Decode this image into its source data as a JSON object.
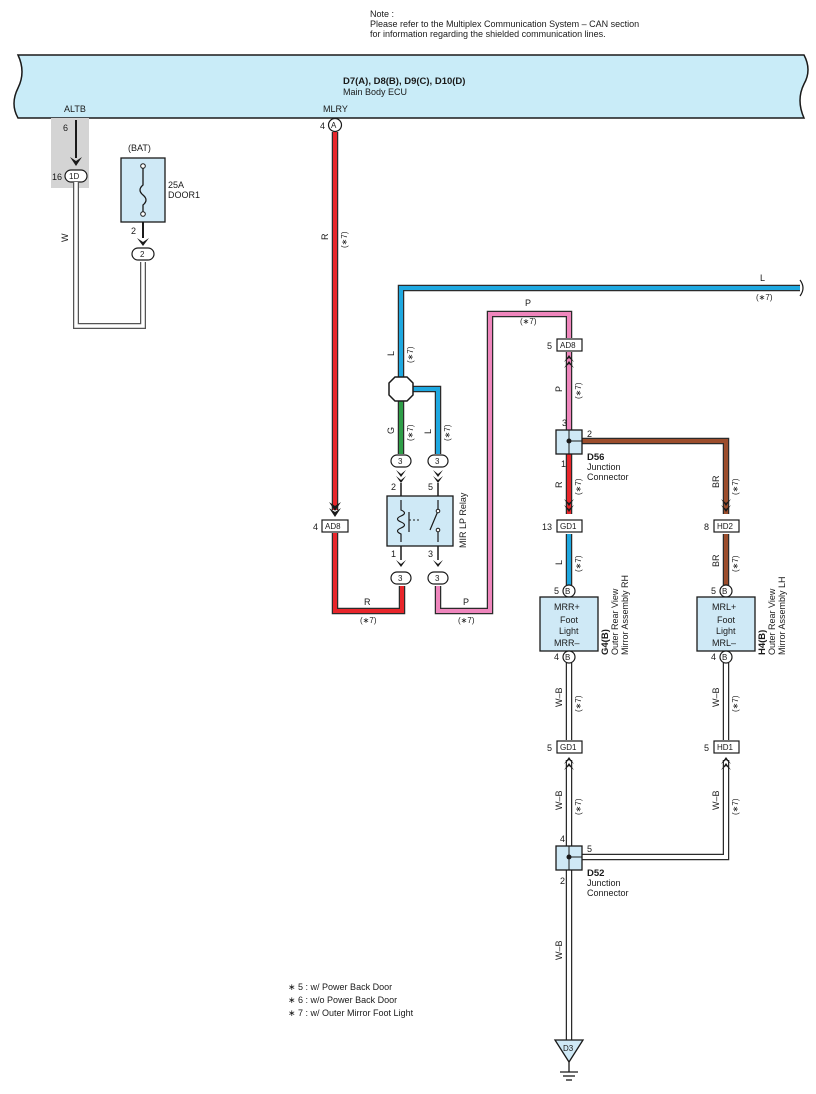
{
  "note": {
    "title": "Note :",
    "line1": "Please refer to the Multiplex Communication System – CAN section",
    "line2": "for information regarding the shielded communication lines."
  },
  "ecu": {
    "connectors": "D7(A), D8(B), D9(C), D10(D)",
    "name": "Main Body ECU",
    "terminal_altb": "ALTB",
    "terminal_mlry": "MLRY",
    "pin_altb": "6",
    "pin_mlry": "4",
    "pin_mlry_conn": "A"
  },
  "fuse": {
    "supply": "(BAT)",
    "rating": "25A",
    "name": "DOOR1",
    "pin_bottom": "2",
    "conn_bottom": "2",
    "jct_pin": "16",
    "jct_conn": "1D"
  },
  "relay": {
    "name": "MIR LP Relay",
    "pin_in_left": "2",
    "pin_in_right": "5",
    "pin_out_left": "1",
    "pin_out_right": "3",
    "conn_in_left": "3",
    "conn_in_right": "3",
    "conn_out_left": "3",
    "conn_out_right": "3"
  },
  "connectors": {
    "ad8_left_pin": "4",
    "ad8_left": "AD8",
    "ad8_right_pin": "5",
    "ad8_right": "AD8",
    "gd1_top_pin": "13",
    "gd1_top": "GD1",
    "hd2_pin": "8",
    "hd2": "HD2",
    "gd1_bottom_pin": "5",
    "gd1_bottom": "GD1",
    "hd1_pin": "5",
    "hd1": "HD1"
  },
  "junction_d56": {
    "id": "D56",
    "line1": "Junction",
    "line2": "Connector",
    "pin_top": "3",
    "pin_right": "2",
    "pin_bottom": "1"
  },
  "junction_d52": {
    "id": "D52",
    "line1": "Junction",
    "line2": "Connector",
    "pin_top": "4",
    "pin_right": "5",
    "pin_bottom": "2"
  },
  "mirror_rh": {
    "id": "G4(B)",
    "title1": "Outer Rear View",
    "title2": "Mirror Assembly RH",
    "label1": "MRR+",
    "label2": "Foot",
    "label3": "Light",
    "label4": "MRR–",
    "pin_top": "5",
    "pin_bottom": "4",
    "conn": "B"
  },
  "mirror_lh": {
    "id": "H4(B)",
    "title1": "Outer Rear View",
    "title2": "Mirror Assembly LH",
    "label1": "MRL+",
    "label2": "Foot",
    "label3": "Light",
    "label4": "MRL–",
    "pin_top": "5",
    "pin_bottom": "4",
    "conn": "B"
  },
  "ground": {
    "id": "D3"
  },
  "wires": {
    "w": "W",
    "r": "R",
    "l": "L",
    "g": "G",
    "p": "P",
    "br": "BR",
    "wb": "W–B",
    "note7": "(∗7)"
  },
  "colors": {
    "ecu_fill": "#c9ecf8",
    "red": "#e8262b",
    "blue": "#1ea8e0",
    "green": "#2e9e48",
    "pink": "#ef86bd",
    "brown": "#9c4d2c",
    "white_wire": "#ffffff",
    "shade": "#d4d4d4",
    "box_fill": "#cfe9f6"
  },
  "legend": {
    "item5": "∗ 5 : w/ Power Back Door",
    "item6": "∗ 6 : w/o Power Back Door",
    "item7": "∗ 7 : w/ Outer Mirror Foot Light"
  }
}
